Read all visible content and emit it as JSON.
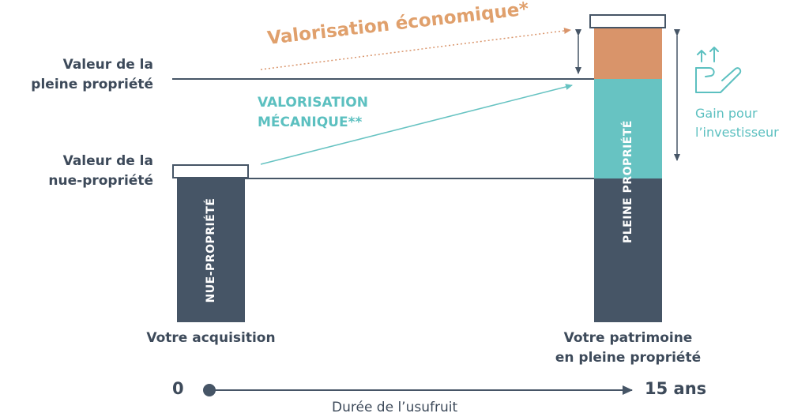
{
  "labels": {
    "full_value": [
      "Valeur de la",
      "pleine propriété"
    ],
    "bare_value": [
      "Valeur de la",
      "nue-propriété"
    ],
    "economic": "Valorisation économique*",
    "mechanical": [
      "VALORISATION",
      "MÉCANIQUE**"
    ],
    "gain": [
      "Gain pour",
      "l’investisseur"
    ],
    "bar_left": "NUE-PROPRIÉTÉ",
    "bar_right": "PLEINE PROPRIÉTÉ",
    "acquisition": "Votre acquisition",
    "patrimoine": [
      "Votre patrimoine",
      "en pleine propriété"
    ],
    "t0": "0",
    "t_end": "15 ans",
    "axis": "Durée de l’usufruit"
  },
  "colors": {
    "dark": "#465566",
    "teal": "#67c3c2",
    "orange": "#d9946a",
    "text": "#3d4a5a",
    "teal_text": "#5cc0c0",
    "orange_text": "#e0a06c"
  },
  "icon": "hand-growth-icon"
}
